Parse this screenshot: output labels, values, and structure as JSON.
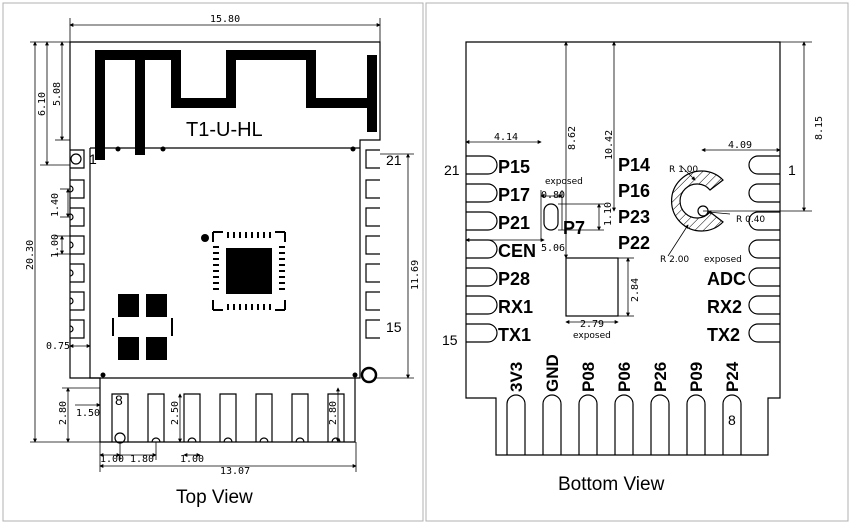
{
  "top_view": {
    "caption": "Top View",
    "antenna_label": "T1-U-HL",
    "pin_labels": {
      "p1": "1",
      "p21": "21",
      "p15": "15",
      "p8": "8"
    },
    "dims": {
      "width": "15.80",
      "d610": "6.10",
      "d508": "5.08",
      "height": "20.30",
      "pitch": "1.40",
      "pad": "1.00",
      "d075": "0.75",
      "d1169": "11.69",
      "d280l": "2.80",
      "d150": "1.50",
      "d250": "2.50",
      "d280r": "2.80",
      "b100a": "1.00",
      "b180": "1.80",
      "b100b": "1.00",
      "b1307": "13.07"
    }
  },
  "bottom_view": {
    "caption": "Bottom View",
    "left_pins": [
      "P15",
      "P17",
      "P21",
      "CEN",
      "P28",
      "RX1",
      "TX1"
    ],
    "right_pins": [
      "P14",
      "P16",
      "P23",
      "P22",
      "ADC",
      "RX2",
      "TX2"
    ],
    "bottom_pins": [
      "3V3",
      "GND",
      "P08",
      "P06",
      "P26",
      "P09",
      "P24"
    ],
    "p7": "P7",
    "pin_numbers": {
      "n21": "21",
      "n1": "1",
      "n15": "15",
      "n8": "8"
    },
    "dims": {
      "d414": "4.14",
      "d862": "8.62",
      "d1042": "10.42",
      "d815": "8.15",
      "d409": "4.09",
      "d080": "0.80",
      "d110": "1.10",
      "d506": "5.06",
      "d284": "2.84",
      "d279": "2.79",
      "r100": "R 1.00",
      "r040": "R 0.40",
      "r200": "R 2.00"
    },
    "notes": {
      "exp1": "exposed",
      "exp2": "exposed",
      "exp3": "exposed"
    }
  }
}
